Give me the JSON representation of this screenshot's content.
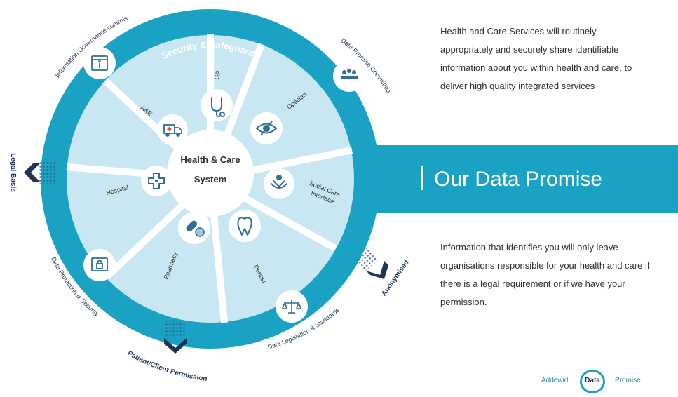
{
  "center": {
    "line1": "Health & Care",
    "line2": "System"
  },
  "ring_label": "Security & Safeguards",
  "segments": [
    {
      "label": "GP",
      "icon": "stethoscope-icon"
    },
    {
      "label": "Optician",
      "icon": "eye-icon"
    },
    {
      "label": "Social Care",
      "label2": "Interface",
      "icon": "caring-hands-icon"
    },
    {
      "label": "Dentist",
      "icon": "tooth-icon"
    },
    {
      "label": "Pharmacy",
      "icon": "pills-icon"
    },
    {
      "label": "Hospital",
      "icon": "medical-cross-icon"
    },
    {
      "label": "A&E",
      "icon": "ambulance-icon"
    }
  ],
  "outer_nodes": [
    {
      "label": "Information Governance controls",
      "icon": "info-window-icon"
    },
    {
      "label": "Data Promise Committee",
      "icon": "people-group-icon"
    },
    {
      "label": "Data Protection & Security",
      "icon": "lock-screen-icon"
    },
    {
      "label": "Data Legislation & Standards",
      "icon": "scales-icon"
    }
  ],
  "arrows": [
    {
      "label": "Legal Basis",
      "icon": "chevron-left-icon"
    },
    {
      "label": "Patient/Client Permission",
      "icon": "chevron-down-icon"
    },
    {
      "label": "Anonymised",
      "icon": "chevron-down-right-icon"
    }
  ],
  "text": {
    "paragraph1": "Health and Care Services will routinely, appropriately and securely share identifiable information about you within health and care, to deliver high quality integrated services",
    "paragraph2": "Information that identifies you will only leave organisations responsible for your health and care if there is a legal requirement or if we have your permission."
  },
  "banner": {
    "title": "Our Data Promise"
  },
  "logo": {
    "left": "Addewid",
    "middle": "Data",
    "right": "Promise"
  },
  "colors": {
    "ring": "#1aa2c4",
    "inner": "#c9e6f3",
    "spoke": "#ffffff",
    "icon": "#2f6f93",
    "navy": "#1d3557"
  }
}
